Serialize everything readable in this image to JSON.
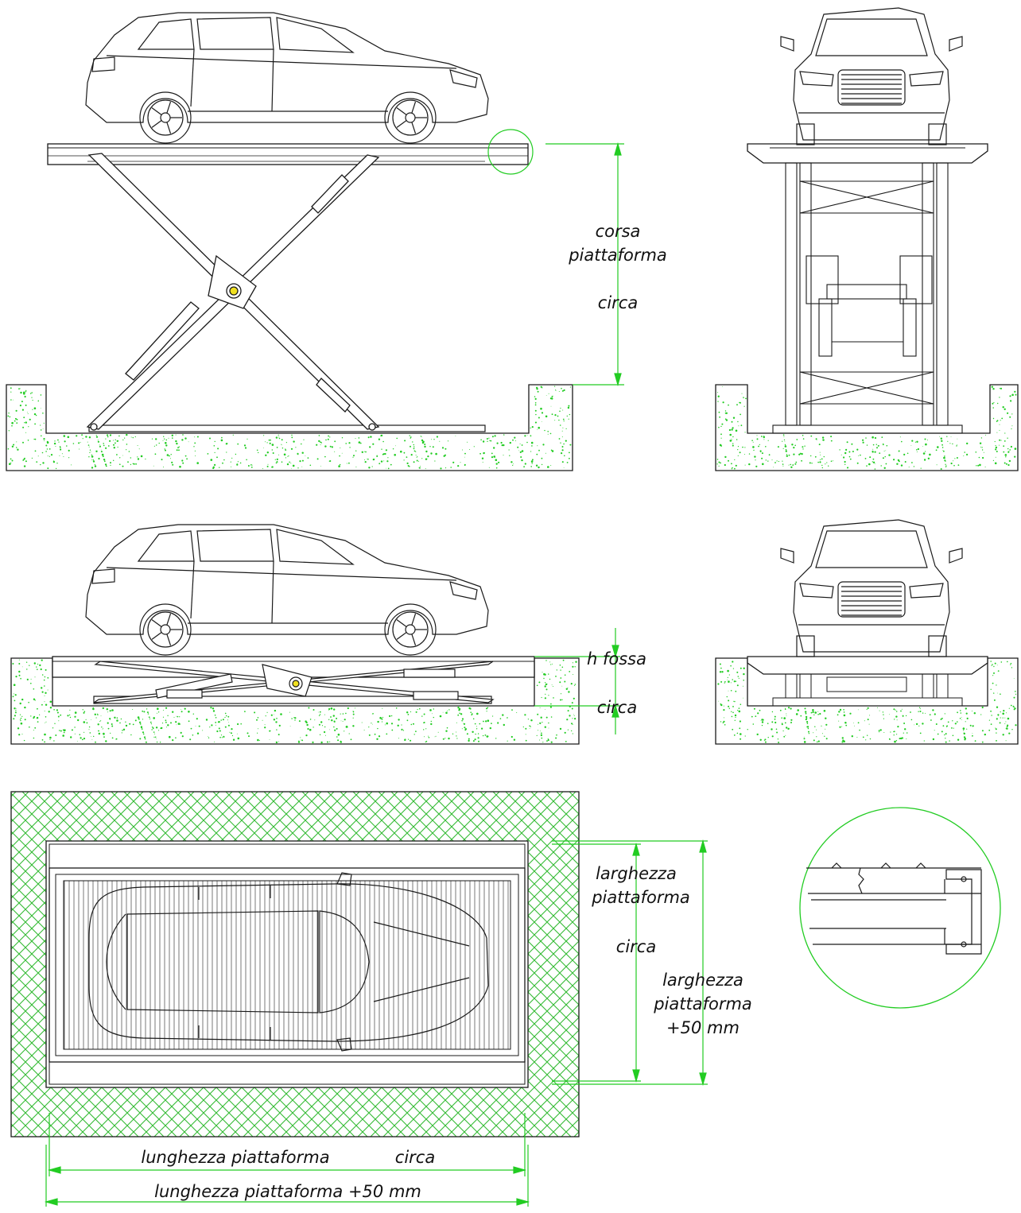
{
  "colors": {
    "line": "#1a1a1a",
    "dimension": "#22cc22",
    "concrete_speckle": "#22cc22",
    "hatch": "#33bb33",
    "background": "#ffffff"
  },
  "labels": {
    "corsa": "corsa",
    "piattaforma": "piattaforma",
    "circa": "circa",
    "h_fossa": "h  fossa",
    "larghezza": "larghezza",
    "plus_50_mm": "+50  mm",
    "lunghezza_piattaforma": "lunghezza  piattaforma",
    "lunghezza_piattaforma_50": "lunghezza  piattaforma  +50  mm"
  },
  "icons": {
    "car_side": "car-side-view",
    "car_front": "car-front-view",
    "car_top": "car-top-view",
    "scissor": "scissor-lift-mechanism",
    "detail": "detail-magnifier-circle"
  }
}
